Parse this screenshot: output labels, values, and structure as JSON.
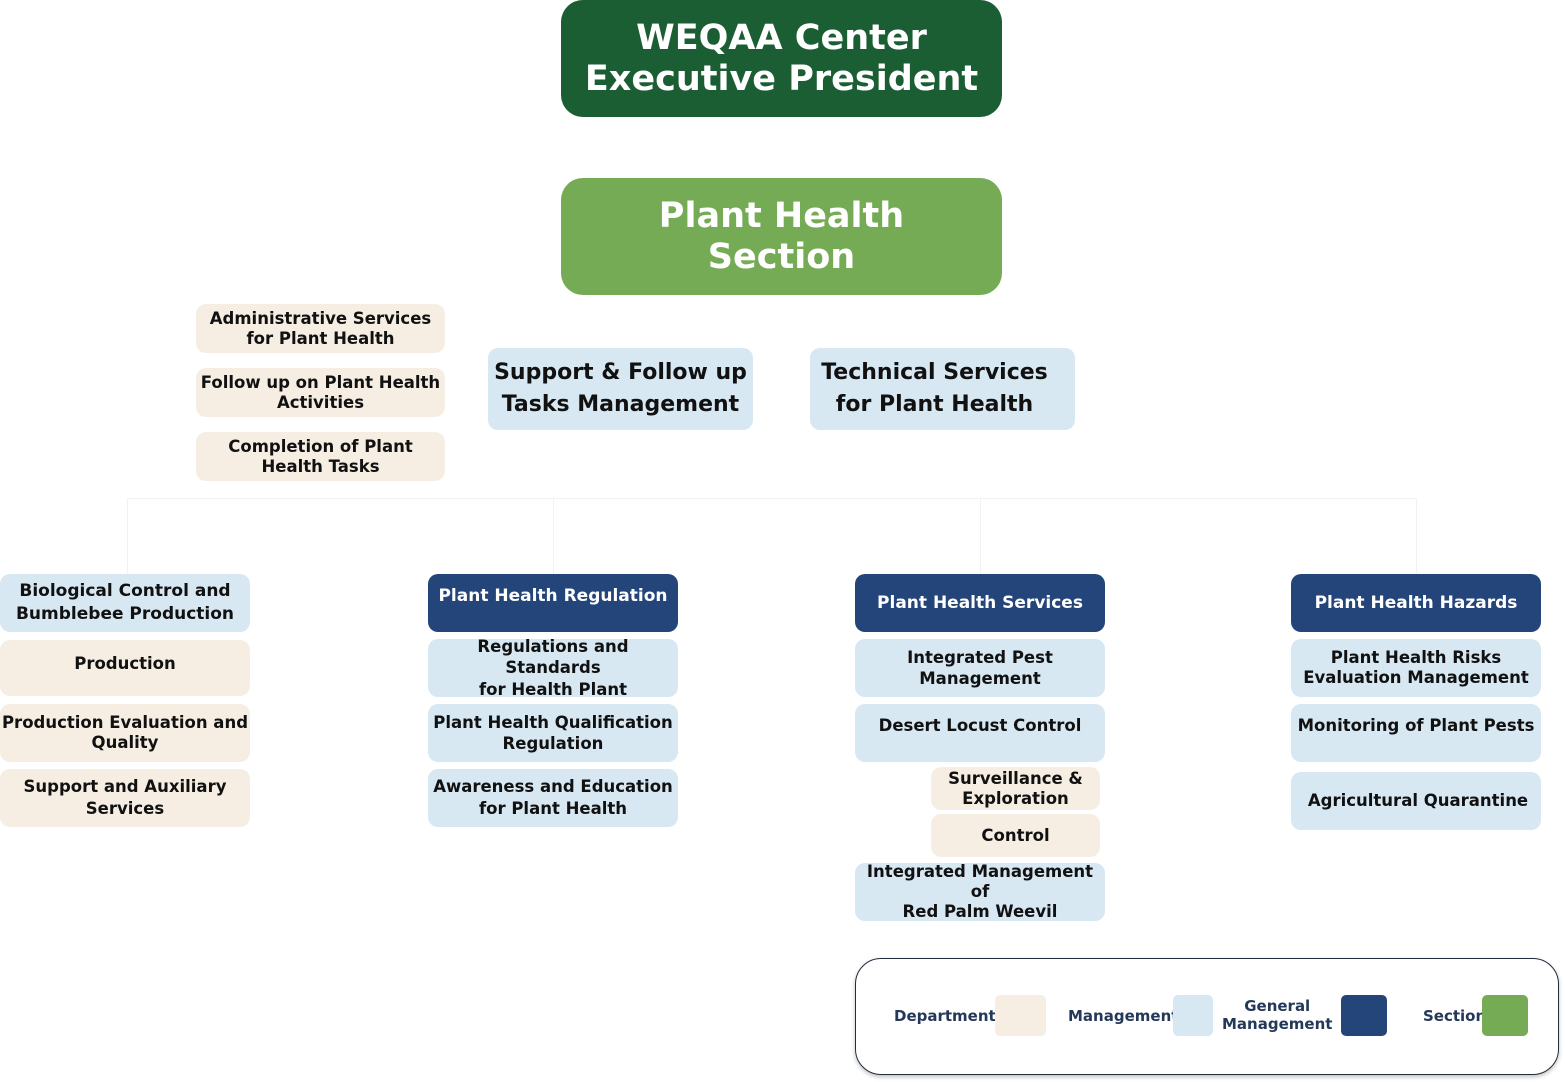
{
  "executive": "WEQAA Center\nExecutive President",
  "section": "Plant Health\nSection",
  "support_departments": [
    "Administrative Services\nfor Plant Health",
    "Follow up on Plant Health\nActivities",
    "Completion of Plant\nHealth Tasks"
  ],
  "support_management": "Support & Follow up\nTasks Management",
  "technical_management": "Technical Services\nfor Plant Health",
  "biological": {
    "management": "Biological Control and\nBumblebee Production",
    "departments": [
      "Production",
      "Production Evaluation and\nQuality",
      "Support and Auxiliary\nServices"
    ]
  },
  "regulation": {
    "general": "Plant Health Regulation",
    "managements": [
      "Regulations and Standards\nfor Health Plant",
      "Plant Health Qualification\nRegulation",
      "Awareness and Education\nfor Plant Health"
    ]
  },
  "services": {
    "general": "Plant Health Services",
    "managements": [
      "Integrated Pest\nManagement",
      "Desert Locust Control"
    ],
    "locust_departments": [
      "Surveillance &\nExploration",
      "Control"
    ],
    "last_management": "Integrated Management of\nRed Palm Weevil"
  },
  "hazards": {
    "general": "Plant Health Hazards",
    "managements": [
      "Plant Health Risks\nEvaluation Management",
      "Monitoring of Plant Pests",
      "Agricultural Quarantine"
    ]
  },
  "legend": {
    "department": "Department",
    "management": "Management",
    "general_management": "General\nManagement",
    "section": "Section"
  },
  "colors": {
    "executive": "#1b5e34",
    "section": "#76ab55",
    "general_management": "#24457a",
    "management": "#d7e8f3",
    "department": "#f6eee3"
  }
}
